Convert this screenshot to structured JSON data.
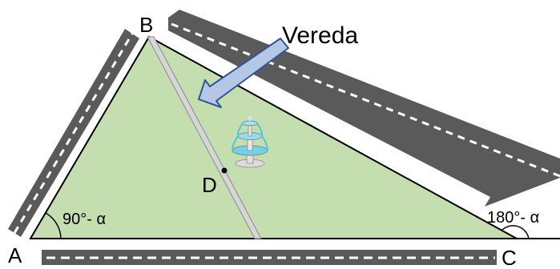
{
  "points": {
    "a": "A",
    "b": "B",
    "c": "C",
    "d": "D"
  },
  "path_label": "Vereda",
  "angle_at_a": "90°- α",
  "angle_at_c": "180°- α",
  "colors": {
    "triangle_fill": "#c5deb0",
    "triangle_stroke": "#000000",
    "road": "#5a5a5a",
    "road_dash": "#ffffff",
    "path_fill": "#d6d6d6",
    "arrow_fill": "#b4c7e7",
    "arrow_stroke": "#2f5597"
  },
  "icons": {
    "fountain": "fountain-icon"
  }
}
